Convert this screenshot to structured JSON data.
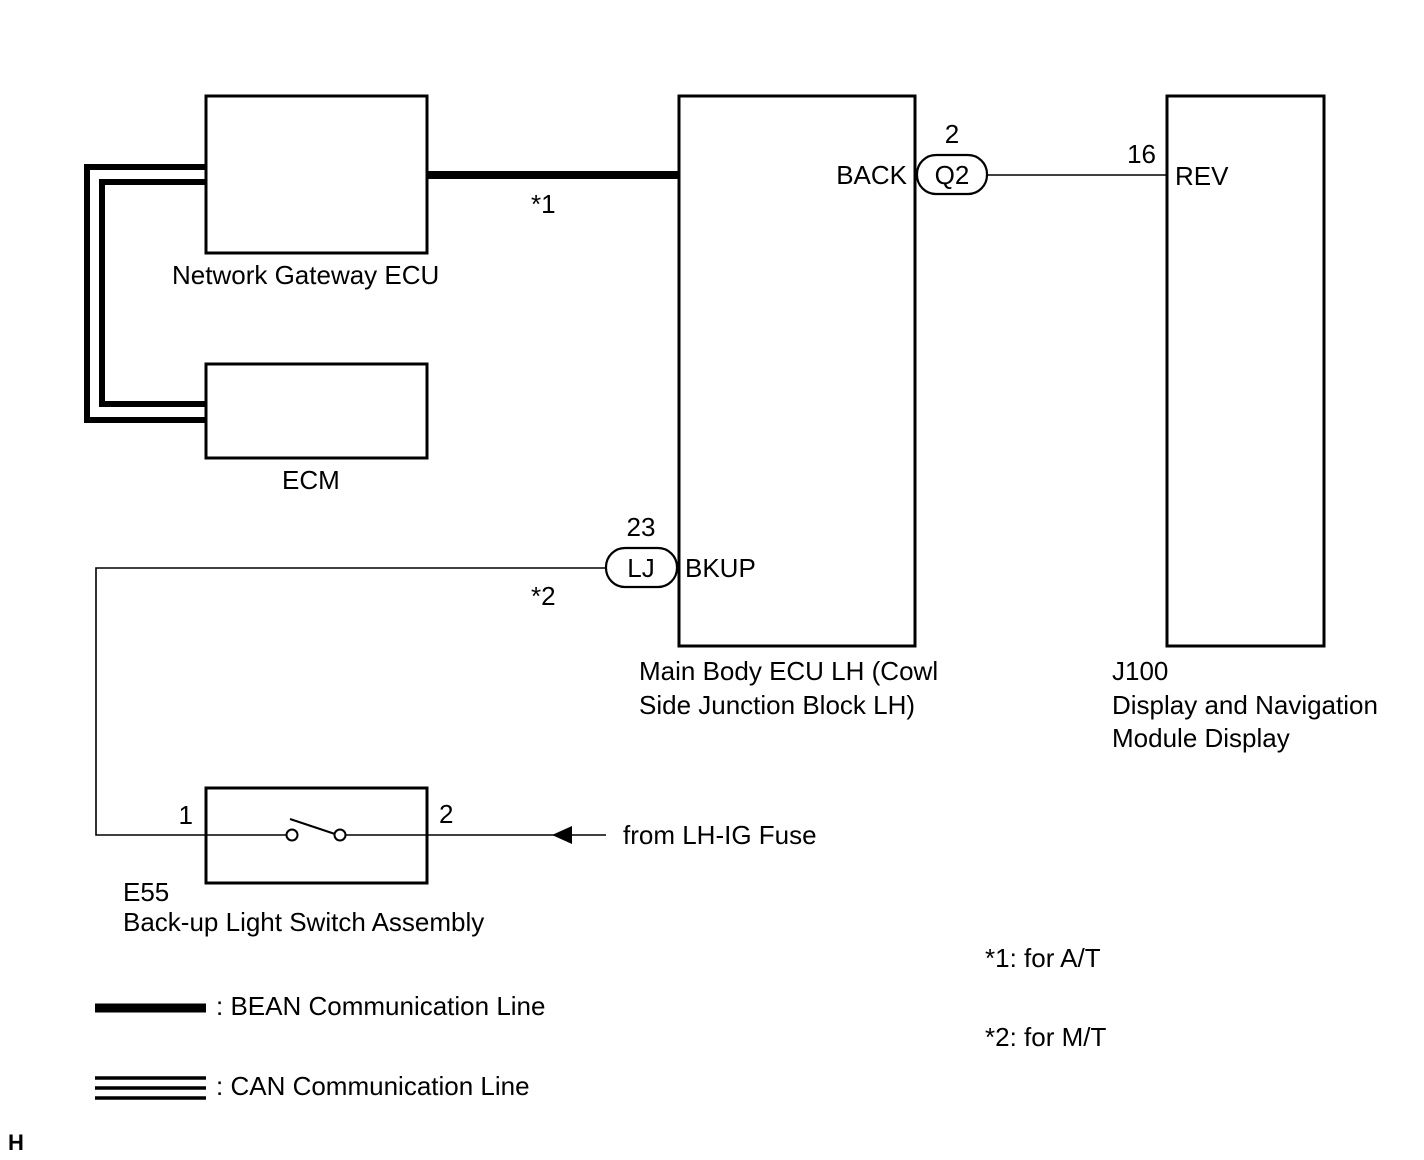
{
  "components": {
    "network_gateway": {
      "label": "Network Gateway ECU"
    },
    "ecm": {
      "label": "ECM"
    },
    "main_body_ecu": {
      "label_line1": "Main Body ECU LH (Cowl",
      "label_line2": "Side Junction Block LH)"
    },
    "display": {
      "code": "J100",
      "label_line1": "Display and Navigation",
      "label_line2": "Module Display"
    },
    "backup_switch": {
      "code": "E55",
      "label": "Back-up Light Switch Assembly"
    }
  },
  "pins": {
    "back": {
      "name": "BACK",
      "connector": "Q2",
      "number": "2"
    },
    "rev": {
      "name": "REV",
      "number": "16"
    },
    "bkup": {
      "name": "BKUP",
      "connector": "LJ",
      "number": "23"
    },
    "switch_pin1": "1",
    "switch_pin2": "2"
  },
  "notes": {
    "star1": "*1",
    "star2": "*2",
    "fuse_source": "from LH-IG Fuse",
    "note1": "*1: for A/T",
    "note2": "*2: for M/T"
  },
  "legend": {
    "bean": ": BEAN Communication Line",
    "can": ": CAN Communication Line"
  },
  "corner_mark": "H"
}
